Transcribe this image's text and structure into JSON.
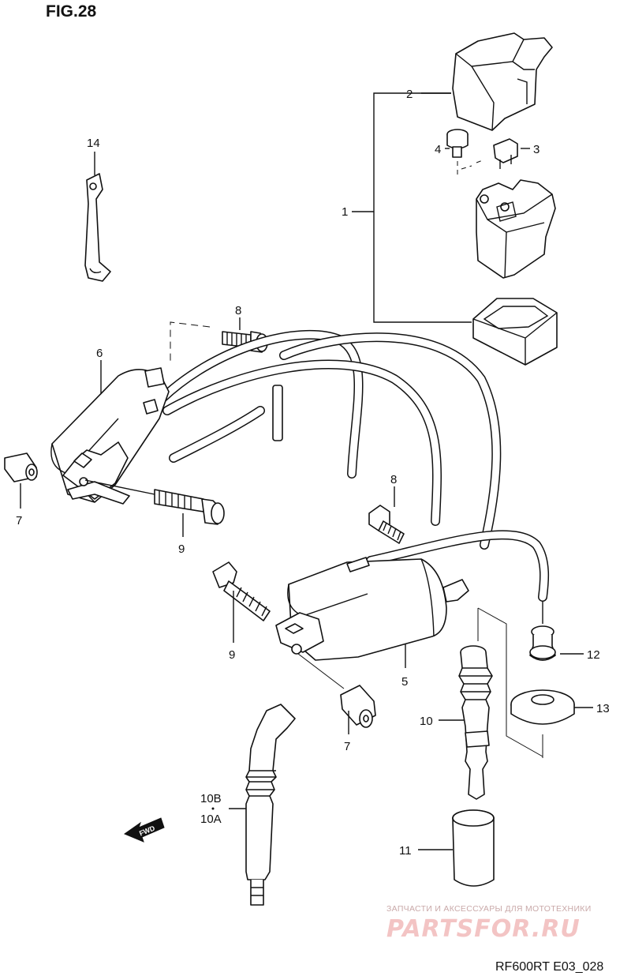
{
  "figure": {
    "title": "FIG.28",
    "footer_code": "RF600RT E03_028",
    "fwd_label": "FWD"
  },
  "watermark": {
    "tagline": "ЗАПЧАСТИ И АКСЕССУАРЫ ДЛЯ МОТОТЕХНИКИ",
    "brand": "PARTSFOR.RU"
  },
  "callouts": {
    "c1": "1",
    "c2": "2",
    "c3": "3",
    "c4": "4",
    "c5": "5",
    "c6": "6",
    "c7a": "7",
    "c7b": "7",
    "c8a": "8",
    "c8b": "8",
    "c9a": "9",
    "c9b": "9",
    "c10": "10",
    "c10b": "10B",
    "c10a": "10A",
    "c11": "11",
    "c12": "12",
    "c13": "13",
    "c14": "14"
  }
}
